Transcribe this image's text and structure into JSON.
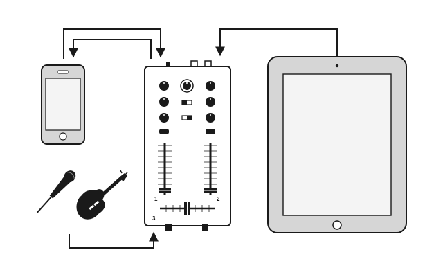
{
  "colors": {
    "line": "#1a1a1a",
    "device_body": "#d6d6d6",
    "screen": "#f4f4f4",
    "mixer_panel": "#ffffff"
  },
  "devices": {
    "phone": {
      "icon": "smartphone-icon"
    },
    "tablet": {
      "icon": "tablet-icon"
    },
    "mixer": {
      "icon": "dj-mixer-icon",
      "channel_labels": {
        "left": "1",
        "right": "2",
        "bottom": "3"
      }
    },
    "microphone": {
      "icon": "microphone-icon"
    },
    "guitar": {
      "icon": "electric-guitar-icon"
    }
  },
  "connections": [
    {
      "from": "phone",
      "to": "mixer",
      "icon": "arrow-icon"
    },
    {
      "from": "mixer",
      "to": "phone",
      "icon": "arrow-icon"
    },
    {
      "from": "tablet",
      "to": "mixer",
      "icon": "arrow-icon"
    },
    {
      "from": "instruments",
      "to": "mixer",
      "icon": "arrow-icon"
    }
  ]
}
